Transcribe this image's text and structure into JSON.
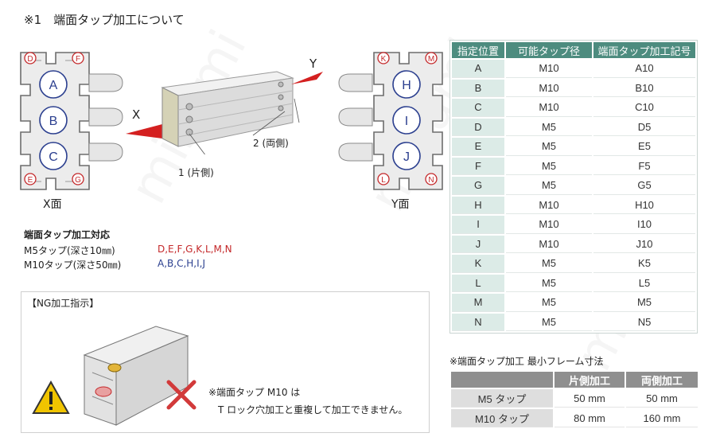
{
  "title": "※1　端面タップ加工について",
  "x_face_label": "X面",
  "y_face_label": "Y面",
  "x_marker": "X",
  "y_marker": "Y",
  "one_side_label": "1 (片側)",
  "two_side_label": "2 (両側)",
  "x_face_holes": [
    "A",
    "B",
    "C"
  ],
  "x_face_corners": [
    "D",
    "F",
    "E",
    "G"
  ],
  "y_face_holes": [
    "H",
    "I",
    "J"
  ],
  "y_face_corners": [
    "K",
    "M",
    "L",
    "N"
  ],
  "tap_support": {
    "title": "端面タップ加工対応",
    "m5_label": "M5タップ(深さ10㎜)",
    "m5_positions": "D,E,F,G,K,L,M,N",
    "m10_label": "M10タップ(深さ50㎜)",
    "m10_positions": "A,B,C,H,I,J"
  },
  "ng": {
    "title": "【NG加工指示】",
    "note_line1": "※端面タップ M10 は",
    "note_line2": "T ロック穴加工と重複して加工できません。"
  },
  "spec_table": {
    "headers": [
      "指定位置",
      "可能タップ径",
      "端面タップ加工記号"
    ],
    "rows": [
      [
        "A",
        "M10",
        "A10"
      ],
      [
        "B",
        "M10",
        "B10"
      ],
      [
        "C",
        "M10",
        "C10"
      ],
      [
        "D",
        "M5",
        "D5"
      ],
      [
        "E",
        "M5",
        "E5"
      ],
      [
        "F",
        "M5",
        "F5"
      ],
      [
        "G",
        "M5",
        "G5"
      ],
      [
        "H",
        "M10",
        "H10"
      ],
      [
        "I",
        "M10",
        "I10"
      ],
      [
        "J",
        "M10",
        "J10"
      ],
      [
        "K",
        "M5",
        "K5"
      ],
      [
        "L",
        "M5",
        "L5"
      ],
      [
        "M",
        "M5",
        "M5"
      ],
      [
        "N",
        "M5",
        "N5"
      ]
    ]
  },
  "min_frame": {
    "title": "※端面タップ加工  最小フレーム寸法",
    "headers": [
      "",
      "片側加工",
      "両側加工"
    ],
    "rows": [
      [
        "M5 タップ",
        "50 mm",
        "50 mm"
      ],
      [
        "M10 タップ",
        "80 mm",
        "160 mm"
      ]
    ]
  },
  "watermark": "misumi",
  "colors": {
    "header_green": "#4d8c7f",
    "position_cell": "#dcebe7",
    "circle_blue": "#2b3f8f",
    "corner_red": "#c4282a",
    "arrow_red": "#d42020"
  }
}
